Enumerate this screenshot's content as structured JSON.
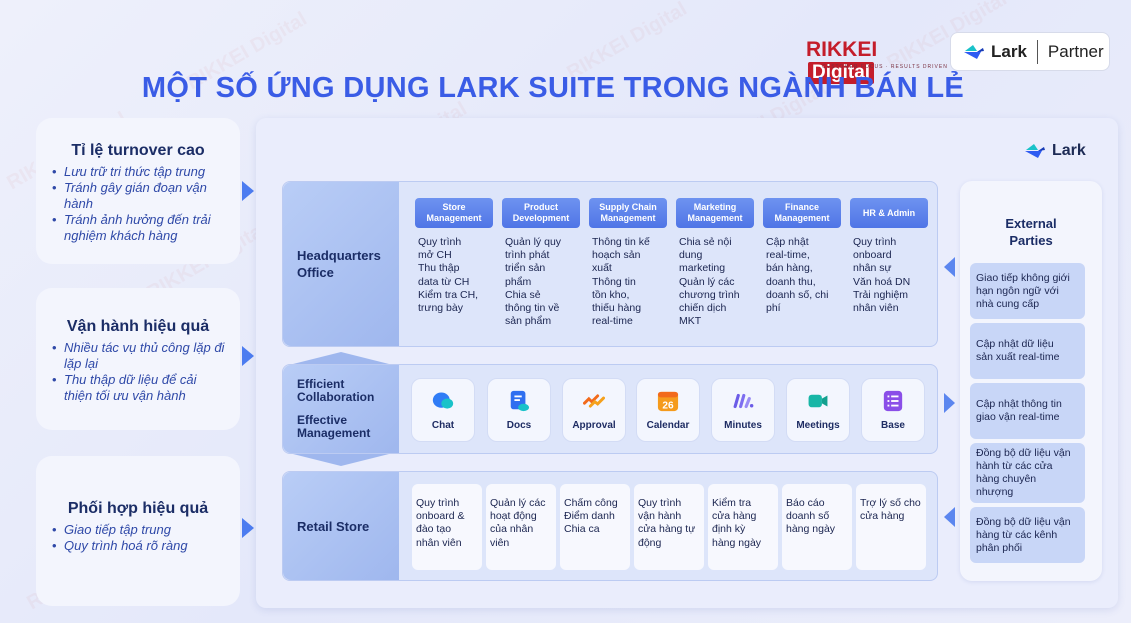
{
  "title": "MỘT SỐ ỨNG DỤNG LARK SUITE TRONG NGÀNH BÁN LẺ",
  "brand": {
    "rikkei_a": "RIKKEI",
    "rikkei_b": "Digital",
    "rikkei_tagline": "CUSTOMER FOCUS · RESULTS DRIVEN",
    "lark": "Lark",
    "partner": "Partner",
    "watermark": "RIKKEI Digital"
  },
  "colors": {
    "accent": "#3a5ce6",
    "rikkei": "#c41d2a",
    "band": "#9fb7ee"
  },
  "left_cards": [
    {
      "title": "Tỉ lệ turnover cao",
      "items": [
        "Lưu trữ tri thức tập trung",
        "Tránh gây gián đoạn vận hành",
        "Tránh ảnh hưởng đến trải nghiệm khách hàng"
      ]
    },
    {
      "title": "Vận hành hiệu quả",
      "items": [
        "Nhiều tác vụ thủ công lặp đi lặp lại",
        "Thu thập dữ liệu để cải thiện tối ưu vận hành"
      ]
    },
    {
      "title": "Phối hợp hiệu quả",
      "items": [
        "Giao tiếp tập trung",
        "Quy trình hoá rõ ràng"
      ]
    }
  ],
  "hq": {
    "label": "Headquarters Office",
    "depts": [
      {
        "name": "Store Management",
        "desc": "Quy trình\nmở CH\nThu thập\ndata từ CH\nKiểm tra CH,\ntrưng bày"
      },
      {
        "name": "Product Development",
        "desc": "Quản lý quy\ntrình phát\ntriển sản\nphẩm\nChia sẻ\nthông tin về\nsản phẩm"
      },
      {
        "name": "Supply Chain Management",
        "desc": "Thông tin kế\nhoạch sản\nxuất\nThông tin\ntồn kho,\nthiếu hàng\nreal-time"
      },
      {
        "name": "Marketing Management",
        "desc": "Chia sẻ nội\ndung\nmarketing\nQuản lý các\nchương trình\nchiến dịch\nMKT"
      },
      {
        "name": "Finance Management",
        "desc": "Cập nhật\nreal-time,\nbán hàng,\ndoanh thu,\ndoanh số, chi\nphí"
      },
      {
        "name": "HR & Admin",
        "desc": "Quy trình\nonboard\nnhân sự\nVăn hoá DN\nTrải nghiệm\nnhân viên"
      }
    ]
  },
  "collab": {
    "label1": "Efficient Collaboration",
    "label2": "Effective Management",
    "apps": [
      {
        "name": "Chat",
        "icon": "chat-icon",
        "color": "#2f7cf6"
      },
      {
        "name": "Docs",
        "icon": "docs-icon",
        "color": "#2f6ff0"
      },
      {
        "name": "Approval",
        "icon": "approval-icon",
        "color": "#f26a1b"
      },
      {
        "name": "Calendar",
        "icon": "calendar-icon",
        "color": "#f59b1c",
        "day": "26"
      },
      {
        "name": "Minutes",
        "icon": "minutes-icon",
        "color": "#6b5ce7"
      },
      {
        "name": "Meetings",
        "icon": "meetings-icon",
        "color": "#17b6a6"
      },
      {
        "name": "Base",
        "icon": "base-icon",
        "color": "#8a4ee8"
      }
    ]
  },
  "retail": {
    "label": "Retail Store",
    "items": [
      "Quy trình\nonboard &\nđào tạo\nnhân viên",
      "Quản lý các\nhoạt động\ncủa nhân\nviên",
      "Chấm công\nĐiểm danh\nChia ca",
      "Quy trình\nvận hành\ncửa hàng tự\nđộng",
      "Kiểm tra\ncửa hàng\nđịnh kỳ\nhàng ngày",
      "Báo cáo\ndoanh số\nhàng ngày",
      "Trợ lý số cho\ncửa hàng"
    ]
  },
  "external": {
    "title": "External\nParties",
    "items": [
      "Giao tiếp không giới\nhạn ngôn ngữ với\nnhà cung cấp",
      "Cập nhật dữ liệu\nsản xuất real-time",
      "Cập nhật thông tin\ngiao vận real-time",
      "Đồng bộ dữ liệu vận\nhành từ các cửa\nhàng chuyên\nnhượng",
      "Đồng bộ dữ liệu vận\nhàng từ các kênh\nphân phối"
    ]
  }
}
